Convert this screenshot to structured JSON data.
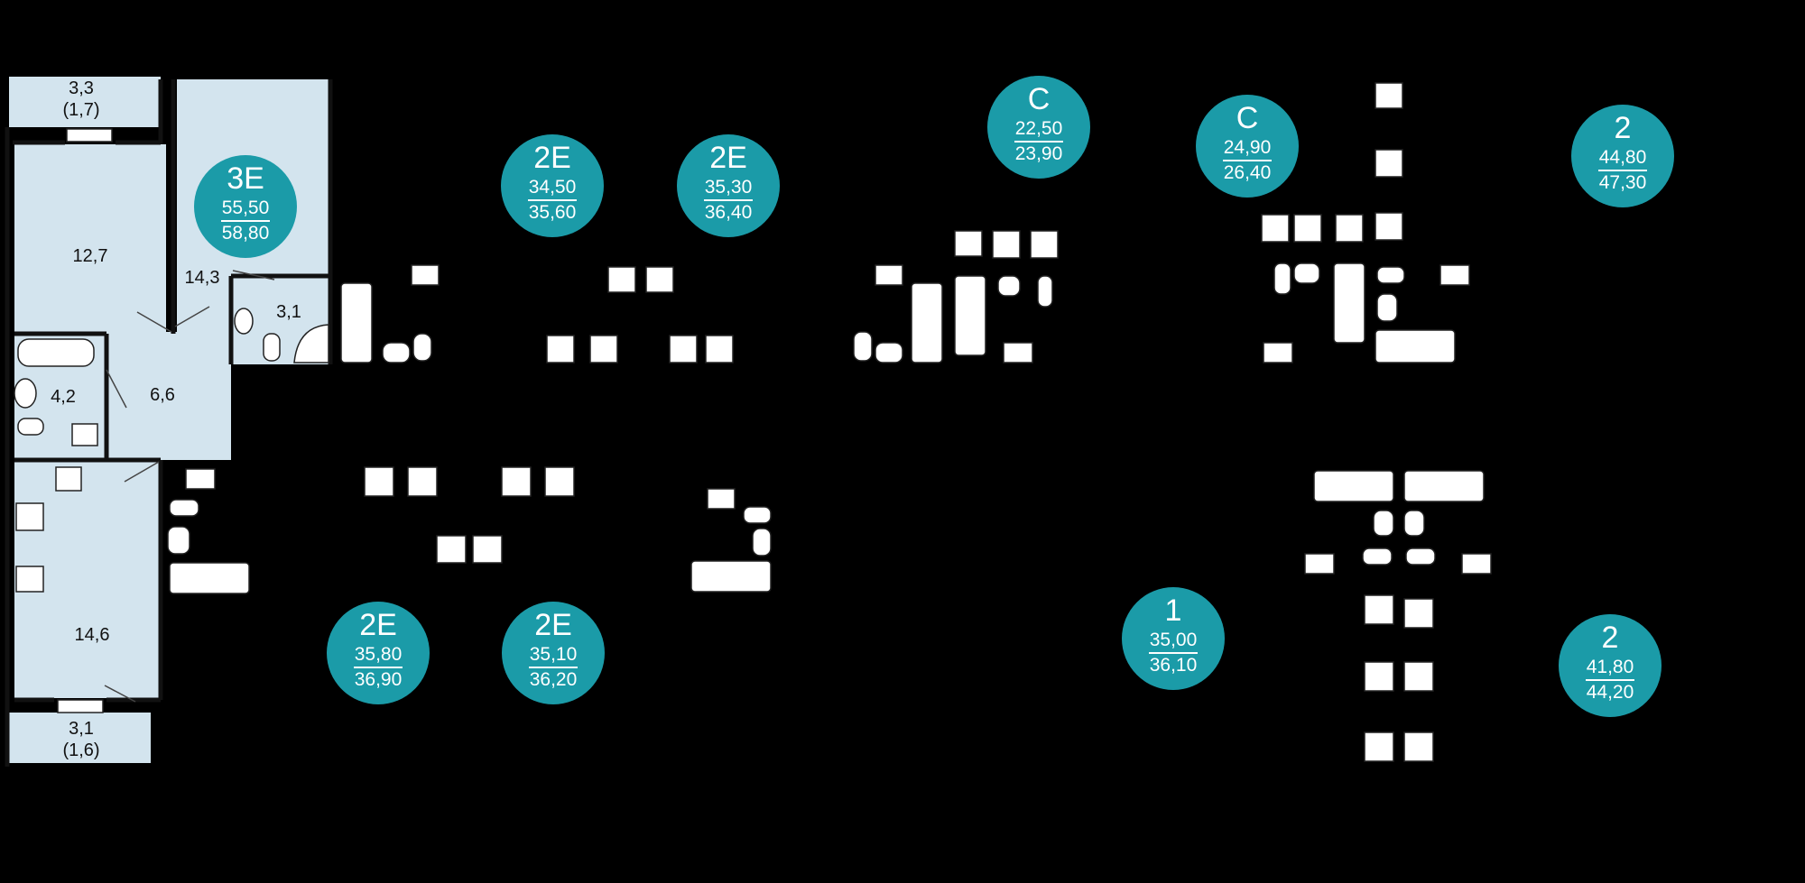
{
  "floor_plan": {
    "rooms": [
      {
        "label": "3,3",
        "sub": "(1,7)"
      },
      {
        "label": "12,7",
        "sub": ""
      },
      {
        "label": "14,3",
        "sub": ""
      },
      {
        "label": "3,1",
        "sub": ""
      },
      {
        "label": "4,2",
        "sub": ""
      },
      {
        "label": "6,6",
        "sub": ""
      },
      {
        "label": "14,6",
        "sub": ""
      },
      {
        "label": "3,1",
        "sub": "(1,6)"
      }
    ]
  },
  "units": [
    {
      "type": "3E",
      "area_living": "55,50",
      "area_total": "58,80"
    },
    {
      "type": "2E",
      "area_living": "34,50",
      "area_total": "35,60"
    },
    {
      "type": "2E",
      "area_living": "35,30",
      "area_total": "36,40"
    },
    {
      "type": "C",
      "area_living": "22,50",
      "area_total": "23,90"
    },
    {
      "type": "C",
      "area_living": "24,90",
      "area_total": "26,40"
    },
    {
      "type": "2",
      "area_living": "44,80",
      "area_total": "47,30"
    },
    {
      "type": "2E",
      "area_living": "35,80",
      "area_total": "36,90"
    },
    {
      "type": "2E",
      "area_living": "35,10",
      "area_total": "36,20"
    },
    {
      "type": "1",
      "area_living": "35,00",
      "area_total": "36,10"
    },
    {
      "type": "2",
      "area_living": "41,80",
      "area_total": "44,20"
    }
  ],
  "colors": {
    "background": "#000000",
    "room_fill": "#d3e4ee",
    "badge": "#1b9ba8",
    "wall": "#111111"
  }
}
